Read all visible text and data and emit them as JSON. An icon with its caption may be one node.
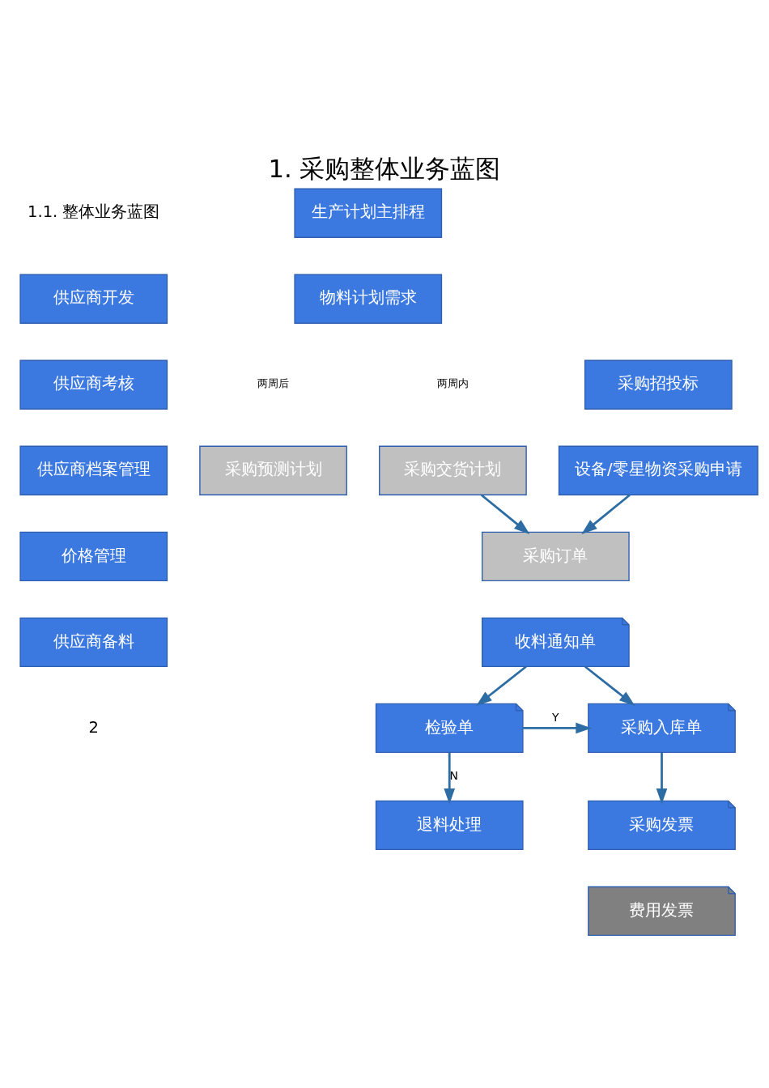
{
  "diagram": {
    "title": "1. 采购整体业务蓝图",
    "nodes": [
      {
        "text": [
          "供应商开发"
        ]
      },
      {
        "text": [
          "供应商考核"
        ]
      },
      {
        "text": [
          "供应商档案管理"
        ]
      },
      {
        "text": [
          "价格管理"
        ]
      },
      {
        "text": [
          "供应商备料"
        ]
      },
      {
        "text": [
          "生产计划主排程"
        ]
      },
      {
        "text": [
          "物料计划需求"
        ]
      },
      {
        "text": [
          "采购招投标"
        ]
      },
      {
        "text": [
          "设备/零星物资采购申请"
        ]
      },
      {
        "text": [
          "采购预测计划"
        ]
      },
      {
        "text": [
          "采购交货计划"
        ]
      },
      {
        "text": [
          "采购订单"
        ]
      },
      {
        "text": [
          "收料通知单"
        ]
      },
      {
        "text": [
          "检验单"
        ]
      },
      {
        "text": [
          "采购入库单"
        ]
      },
      {
        "text": [
          "退料处理"
        ]
      },
      {
        "text": [
          "采购发票"
        ]
      },
      {
        "text": [
          "费用发票"
        ]
      }
    ],
    "edges": [
      {
        "from": 10,
        "to": 11,
        "arrow": "to"
      },
      {
        "from": 8,
        "to": 11,
        "arrow": "to"
      },
      {
        "from": 12,
        "to": 13,
        "arrow": "to"
      },
      {
        "from": 12,
        "to": 14,
        "arrow": "to"
      },
      {
        "from": 13,
        "to": 14,
        "arrow": "to",
        "label": "Y"
      },
      {
        "from": 13,
        "to": 15,
        "arrow": "to",
        "label": "N"
      },
      {
        "from": 14,
        "to": 16,
        "arrow": "to"
      }
    ],
    "labels": [
      "1.1. 整体业务蓝图",
      "两周后",
      "两周内",
      "2"
    ]
  }
}
